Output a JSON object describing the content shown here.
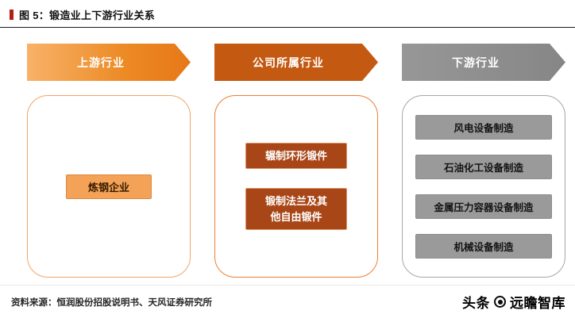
{
  "header": {
    "title": "图 5：锻造业上下游行业关系"
  },
  "diagram": {
    "columns": [
      {
        "id": "upstream",
        "arrow_label": "上游行业",
        "items": [
          "炼钢企业"
        ]
      },
      {
        "id": "company",
        "arrow_label": "公司所属行业",
        "items": [
          "辗制环形锻件",
          "锻制法兰及其他自由锻件"
        ]
      },
      {
        "id": "downstream",
        "arrow_label": "下游行业",
        "items": [
          "风电设备制造",
          "石油化工设备制造",
          "金属压力容器设备制造",
          "机械设备制造"
        ]
      }
    ]
  },
  "footer": {
    "source": "资料来源：恒润股份招股说明书、天风证券研究所",
    "watermark": {
      "brand": "头条",
      "logo_icon": "bullseye-circle",
      "account": "远瞻智库"
    }
  },
  "colors": {
    "accent_red": "#b21f12",
    "upstream_arrow_gradient_start": "#f8b269",
    "upstream_arrow_gradient_end": "#e67817",
    "company_arrow": "#c45911",
    "downstream_arrow": "#8c8c8c",
    "upstream_panel_border": "#f0a568",
    "company_panel_border": "#ed7d31",
    "downstream_panel_border": "#a6a6a6",
    "upstream_node_bg": "#f3a257",
    "company_node_bg": "#a84617",
    "downstream_node_bg": "#9a9a9a"
  }
}
